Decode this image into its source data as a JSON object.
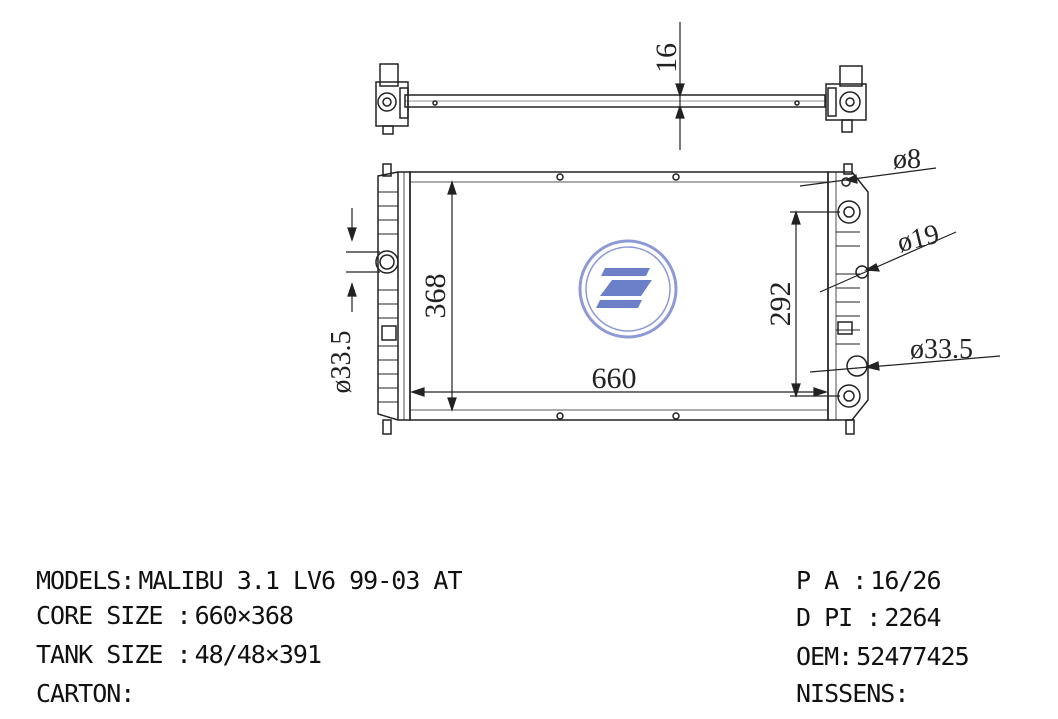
{
  "dimensions": {
    "thickness": "16",
    "core_height": "368",
    "core_width": "660",
    "outlet_spacing": "292",
    "dia_8": "ø8",
    "dia_19": "ø19",
    "dia_33_right": "ø33.5",
    "dia_33_left": "ø33.5"
  },
  "specs_left": [
    {
      "label": "MODELS:",
      "value": "MALIBU 3.1 LV6 99-03 AT"
    },
    {
      "label": "CORE SIZE :",
      "value": "660×368"
    },
    {
      "label": "TANK SIZE :",
      "value": "48/48×391"
    },
    {
      "label": "CARTON:",
      "value": ""
    }
  ],
  "specs_right": [
    {
      "label": "P A :",
      "value": "16/26"
    },
    {
      "label": "D PI :",
      "value": "2264"
    },
    {
      "label": "OEM:",
      "value": "52477425"
    },
    {
      "label": "NISSENS:",
      "value": ""
    }
  ],
  "colors": {
    "line": "#222222",
    "logo_blue": "#3b56b8",
    "logo_ring": "#8d9ad6"
  }
}
